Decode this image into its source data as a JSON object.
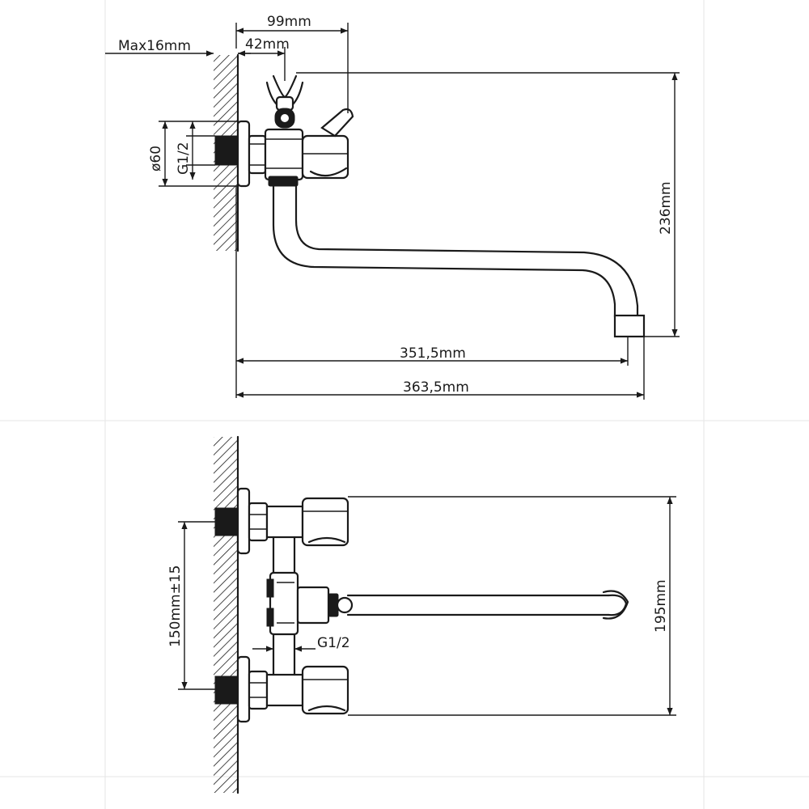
{
  "side_view": {
    "dim_overall_top": "99mm",
    "dim_inner_top": "42mm",
    "dim_wall_max": "Max16mm",
    "dim_diameter": "ø60",
    "dim_thread": "G1/2",
    "dim_height": "236mm",
    "dim_spout_reach": "351,5mm",
    "dim_total_length": "363,5mm"
  },
  "top_view": {
    "dim_center_distance": "150mm±15",
    "dim_thread": "G1/2",
    "dim_depth": "195mm"
  },
  "colors": {
    "line": "#1a1a1a",
    "background": "#ffffff"
  }
}
